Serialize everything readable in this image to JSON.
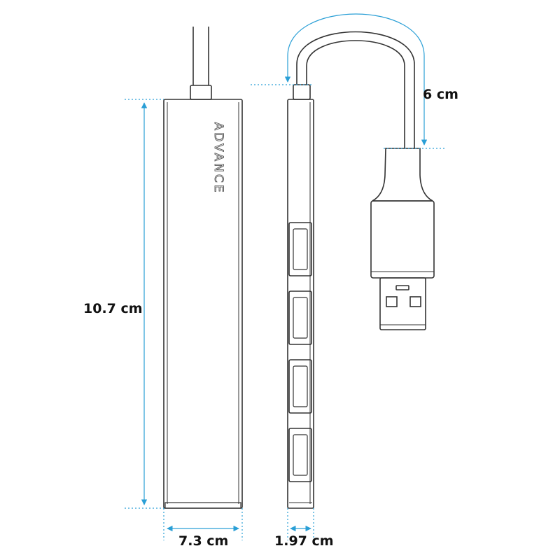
{
  "brand": "ADVANCE",
  "dimensions": {
    "height": "10.7 cm",
    "width": "7.3 cm",
    "depth": "1.97 cm",
    "cable": "6 cm"
  },
  "colors": {
    "dimension_line": "#2a9fd6",
    "outline": "#333333",
    "background": "#ffffff"
  },
  "ports": {
    "count": 4
  }
}
